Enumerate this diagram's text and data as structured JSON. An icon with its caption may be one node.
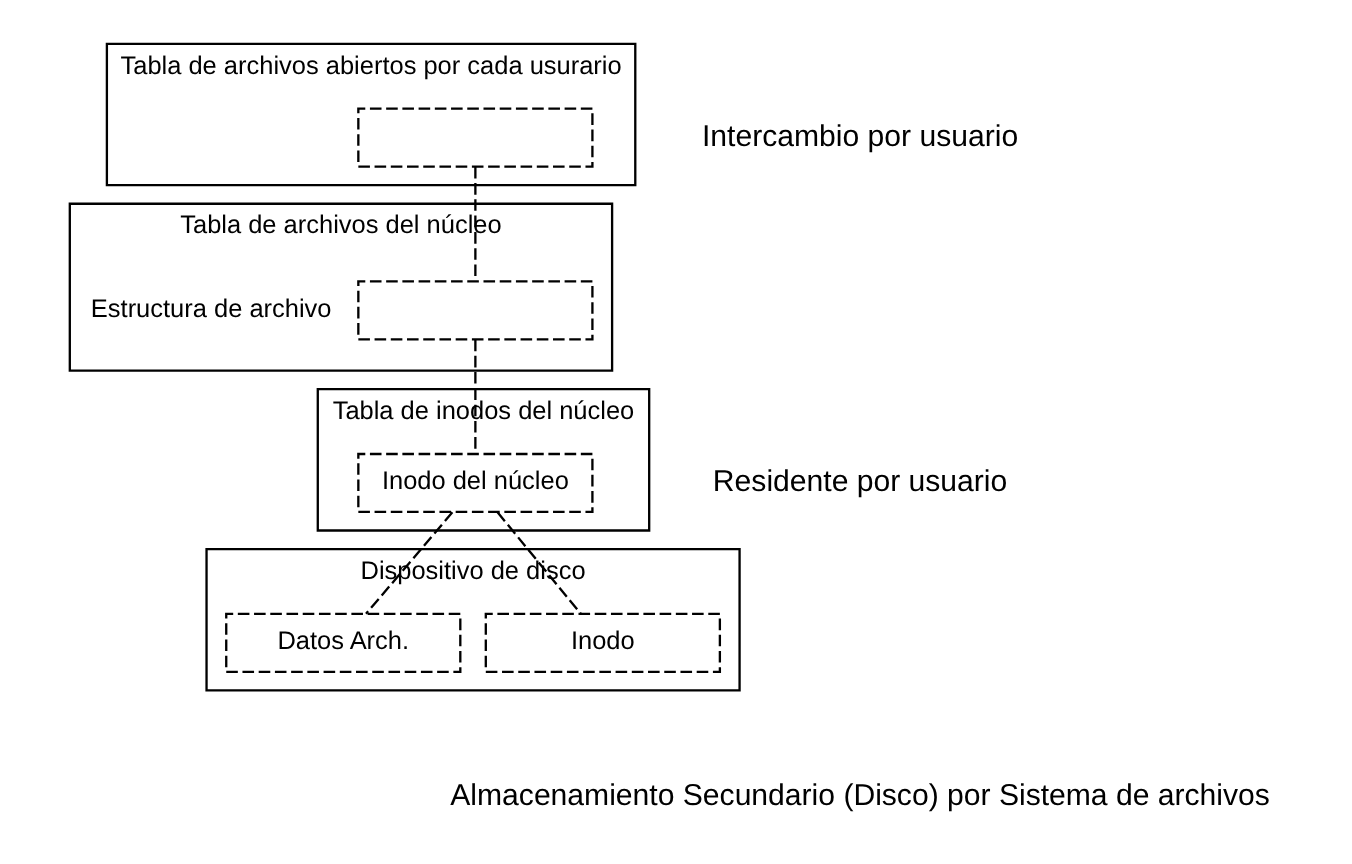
{
  "diagram": {
    "nodes": [
      {
        "text": [
          "Tabla de archivos abiertos por cada usurario"
        ]
      },
      {
        "text": [],
        "shape": "box",
        "in": 0
      },
      {
        "text": [
          "Tabla de archivos del núcleo"
        ]
      },
      {
        "text": [],
        "shape": "box",
        "in": 2,
        "beside": [
          "Estructura de archivo"
        ]
      },
      {
        "text": [
          "Tabla de inodos del núcleo"
        ]
      },
      {
        "text": [
          "Inodo del núcleo"
        ],
        "in": 4
      },
      {
        "text": [
          "Dispositivo de disco"
        ]
      },
      {
        "text": [
          "Inodo"
        ],
        "in": 6
      },
      {
        "text": [
          "Datos Arch."
        ],
        "in": 6
      }
    ],
    "edges": [
      {
        "from": 1,
        "to": 3,
        "arrow": "none",
        "style": "dashed"
      },
      {
        "from": 3,
        "to": 5,
        "arrow": "none",
        "style": "dashed"
      },
      {
        "from": 5,
        "to": 7,
        "arrow": "none",
        "style": "dashed"
      },
      {
        "from": 5,
        "to": 8,
        "arrow": "none",
        "style": "dashed"
      }
    ],
    "labels": [
      "Intercambio por usuario",
      "Residente por usuario",
      "Almacenamiento Secundario (Disco) por Sistema de archivos"
    ]
  }
}
